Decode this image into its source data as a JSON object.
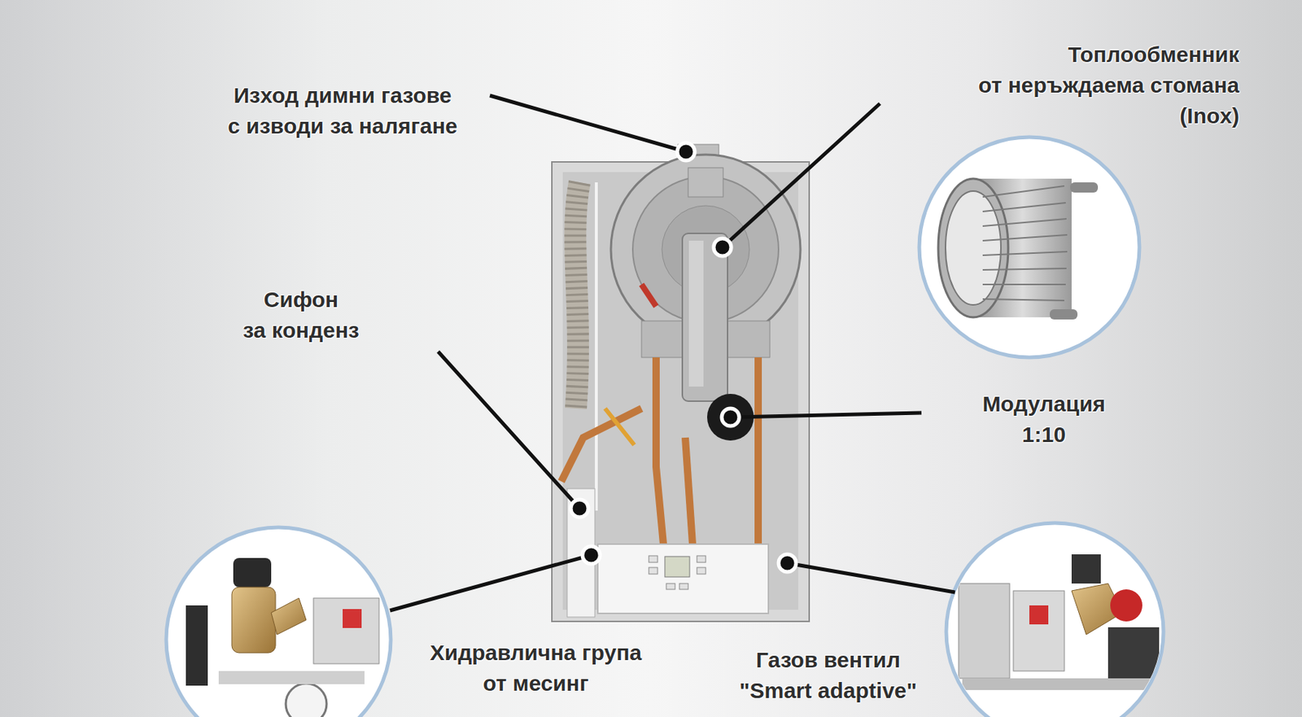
{
  "diagram": {
    "labels": [
      "Изход димни газове с изводи за налягане",
      "Топлообменник от неръждаема стомана (Inox)",
      "Сифон за конденз",
      "Модулация 1:10",
      "Хидравлична група от месинг",
      "Газов вентил \"Smart adaptive\""
    ]
  }
}
